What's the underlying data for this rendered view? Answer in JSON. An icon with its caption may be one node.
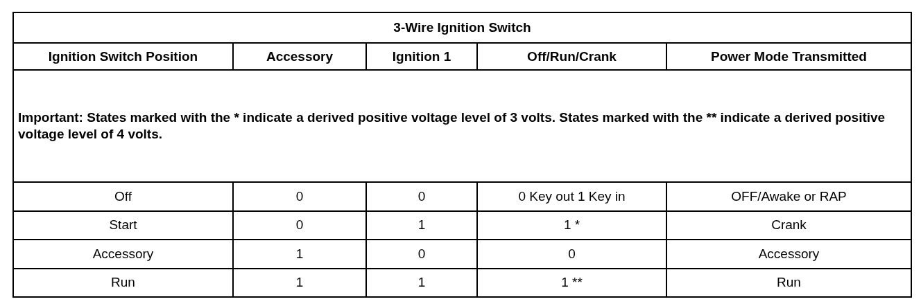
{
  "diagram": {
    "title": "3-Wire Ignition Switch",
    "labels": [
      "Ignition Switch Position",
      "Accessory",
      "Ignition 1",
      "Off/Run/Crank",
      "Power Mode Transmitted",
      "Important: States marked with the * indicate a derived positive voltage level of 3 volts. States marked with the ** indicate a derived positive voltage level of 4 volts.",
      "Off",
      "0",
      "0",
      "0 Key out 1 Key in",
      "OFF/Awake or RAP",
      "Start",
      "0",
      "1",
      "1 *",
      "Crank",
      "Accessory",
      "1",
      "0",
      "0",
      "Accessory",
      "Run",
      "1",
      "1",
      "1 **",
      "Run"
    ]
  }
}
